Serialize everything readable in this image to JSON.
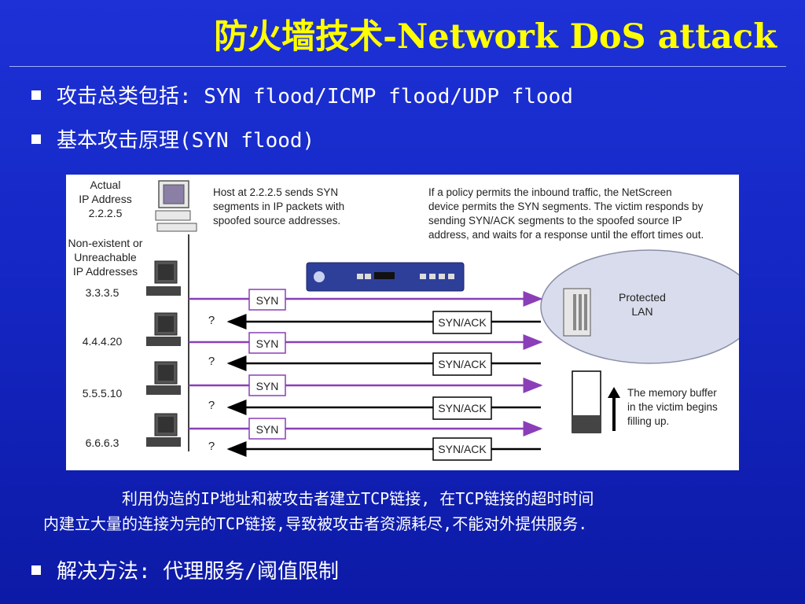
{
  "title": "防火墙技术-Network DoS attack",
  "bullets": [
    "攻击总类包括: SYN flood/ICMP flood/UDP flood",
    "基本攻击原理(SYN flood)",
    "解决方法: 代理服务/阈值限制"
  ],
  "diagram": {
    "actual_label": [
      "Actual",
      "IP Address",
      "2.2.2.5"
    ],
    "nonexistent_label": [
      "Non-existent or",
      "Unreachable",
      "IP Addresses"
    ],
    "host_note": [
      "Host at 2.2.2.5 sends SYN",
      "segments in IP packets with",
      "spoofed source addresses."
    ],
    "policy_note": [
      "If a policy permits the inbound traffic, the NetScreen",
      "device permits the SYN segments. The victim responds by",
      "sending SYN/ACK segments to the spoofed source IP",
      "address, and waits for a response until the effort times out."
    ],
    "protected_lan": [
      "Protected",
      "LAN"
    ],
    "memory_note": [
      "The memory buffer",
      "in the victim begins",
      "filling up."
    ],
    "hosts": [
      "3.3.3.5",
      "4.4.4.20",
      "5.5.5.10",
      "6.6.6.3"
    ],
    "syn_label": "SYN",
    "synack_label": "SYN/ACK",
    "question": "?",
    "colors": {
      "syn_arrow": "#8a3fb8",
      "synack_arrow": "#000000",
      "lan_fill": "#d9dcec",
      "device": "#2e3f9a"
    }
  },
  "captions": [
    "利用伪造的IP地址和被攻击者建立TCP链接, 在TCP链接的超时时间",
    "内建立大量的连接为完的TCP链接,导致被攻击者资源耗尽,不能对外提供服务."
  ]
}
